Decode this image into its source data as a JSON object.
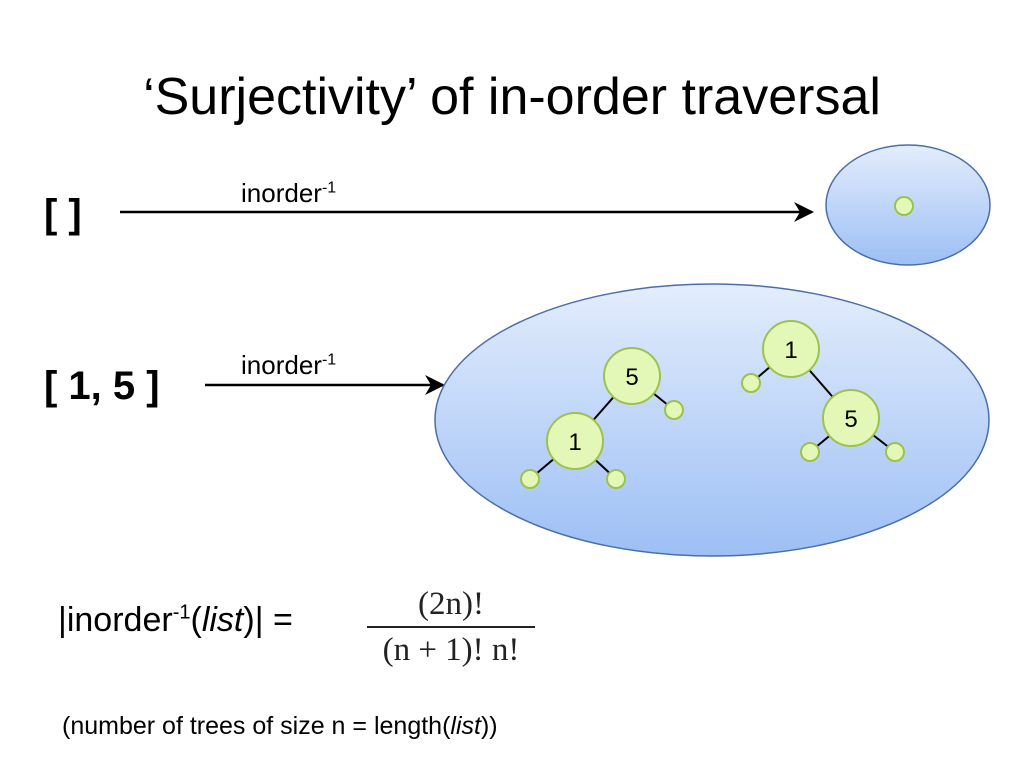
{
  "slide": {
    "title": "‘Surjectivity’ of in-order traversal",
    "rows": [
      {
        "list_label": "[ ]",
        "map_label": "inorder",
        "map_superscript": "-1"
      },
      {
        "list_label": "[ 1, 5 ]",
        "map_label": "inorder",
        "map_superscript": "-1"
      }
    ],
    "trees": {
      "left": {
        "root": "5",
        "left_child": "1"
      },
      "right": {
        "root": "1",
        "right_child": "5"
      }
    },
    "formula": {
      "lhs_bar_open": "|",
      "lhs_fn": "inorder",
      "lhs_superscript": "-1",
      "lhs_paren_open": "(",
      "lhs_arg": "list",
      "lhs_paren_close": ")",
      "lhs_bar_close": "|",
      "lhs_equals": " = ",
      "numerator": "(2n)!",
      "denominator": "(n + 1)! n!"
    },
    "caption": {
      "prefix": "(number of trees of size n = length(",
      "italic": "list",
      "suffix": "))"
    },
    "colors": {
      "blob_fill_top": "#e3edfc",
      "blob_fill_bottom": "#9dbff5",
      "blob_stroke": "#4a6ea8",
      "node_fill": "#e3f7b6",
      "node_stroke": "#9cc24e",
      "edge": "#000000"
    }
  }
}
